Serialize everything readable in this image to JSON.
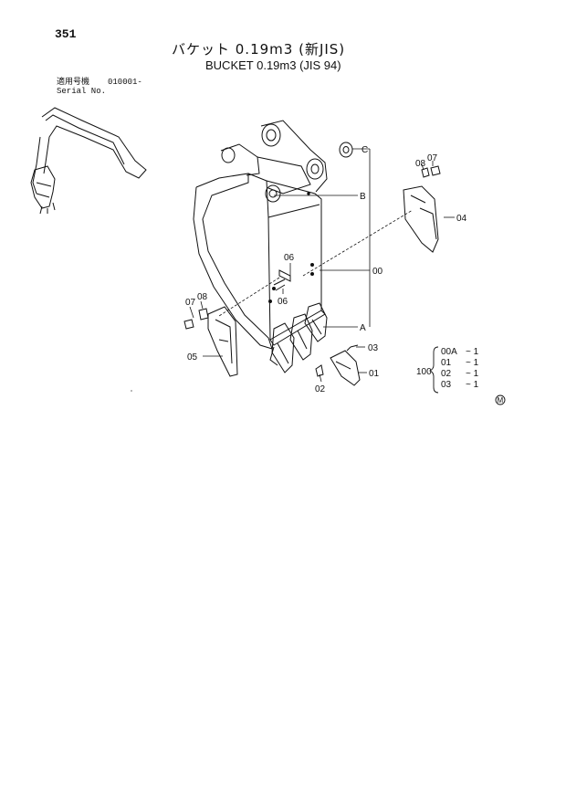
{
  "page": {
    "number": "351"
  },
  "title": {
    "japanese": "バケット 0.19m3 (新JIS)",
    "english": "BUCKET 0.19m3 (JIS 94)"
  },
  "serial": {
    "label_jp": "適用号機",
    "range": "010001-",
    "label_en": "Serial No."
  },
  "callouts": {
    "p07_left": "07",
    "p08_left": "08",
    "p05": "05",
    "p06_top": "06",
    "p06_bottom": "06",
    "p07_right": "07",
    "p08_right": "08",
    "p04": "04",
    "p03": "03",
    "p01": "01",
    "p02": "02",
    "p00": "00",
    "ref_a": "A",
    "ref_b": "B",
    "ref_c": "C"
  },
  "quantity_table": {
    "prefix": "100",
    "rows": [
      {
        "code": "00A",
        "qty": "~ 1"
      },
      {
        "code": "01",
        "qty": "~ 1"
      },
      {
        "code": "02",
        "qty": "~ 1"
      },
      {
        "code": "03",
        "qty": "~ 1"
      }
    ]
  },
  "mark": "M"
}
